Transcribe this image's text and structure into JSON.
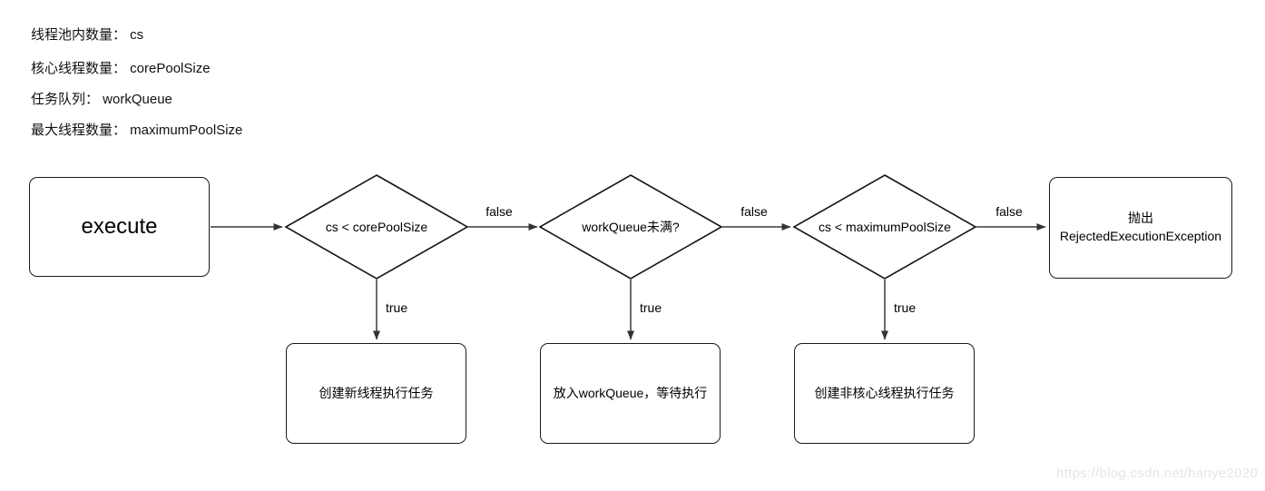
{
  "legend": {
    "lines": [
      "线程池内数量： cs",
      "核心线程数量： corePoolSize",
      "任务队列： workQueue",
      "最大线程数量： maximumPoolSize"
    ]
  },
  "diagram": {
    "start": {
      "label": "execute"
    },
    "decisions": [
      {
        "condition": "cs < corePoolSize",
        "false_label": "false",
        "true_label": "true",
        "true_action": "创建新线程执行任务"
      },
      {
        "condition": "workQueue未满?",
        "false_label": "false",
        "true_label": "true",
        "true_action": "放入workQueue，等待执行"
      },
      {
        "condition": "cs < maximumPoolSize",
        "false_label": "false",
        "true_label": "true",
        "true_action": "创建非核心线程执行任务"
      }
    ],
    "reject": {
      "line1": "抛出",
      "line2": "RejectedExecutionException"
    }
  },
  "watermark": "https://blog.csdn.net/hanye2020",
  "colors": {
    "shape_stroke": "#141414",
    "connector": "#3a3a3a",
    "text": "#000000",
    "watermark": "#e5e5e5"
  }
}
